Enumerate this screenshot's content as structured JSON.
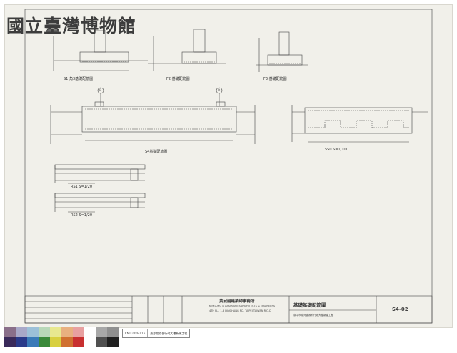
{
  "watermark": "國立臺灣博物館",
  "sections": {
    "s1": "S1 角3基礎配筋圖",
    "s2": "F2 基礎配筋圖",
    "s3": "F3 基礎配筋圖",
    "s4": "S4基礎配筋圖",
    "s5": "5S0 S=1/100",
    "s6": "RS1 S=1/20",
    "s7": "RS2 S=1/20"
  },
  "axis_markers": [
    "B",
    "D"
  ],
  "title_block": {
    "firm_zh": "黄誠鯤建築師事務所",
    "firm_en": "KIM LUNG & ASSOCIATES ARCHITECTS & ENGINEERS",
    "firm_addr": "4TH FL., 1-8 DINGHANG RD. TAIPEI TAIWAN R.O.C.",
    "drawing_title": "基礎基礎配筋圖",
    "project": "臺中市臺灣省政府行政大樓新建工程",
    "drawing_no": "S4-02"
  },
  "color_bar": {
    "top": [
      "#8a6f8a",
      "#a8a8c8",
      "#9cc0d8",
      "#b8d8b8",
      "#e8e890",
      "#e8b080",
      "#e8a0a0",
      "#ffffff",
      "#a8a8a8",
      "#909090"
    ],
    "bottom": [
      "#3a2a5a",
      "#2a3a8a",
      "#3a7ab8",
      "#3a8a3a",
      "#d8d040",
      "#d07030",
      "#c83030",
      "#ffffff",
      "#505050",
      "#202020"
    ]
  },
  "archive_meta": {
    "id": "CNTL0004416",
    "label": "東部館綜合行政大樓新建工程"
  }
}
